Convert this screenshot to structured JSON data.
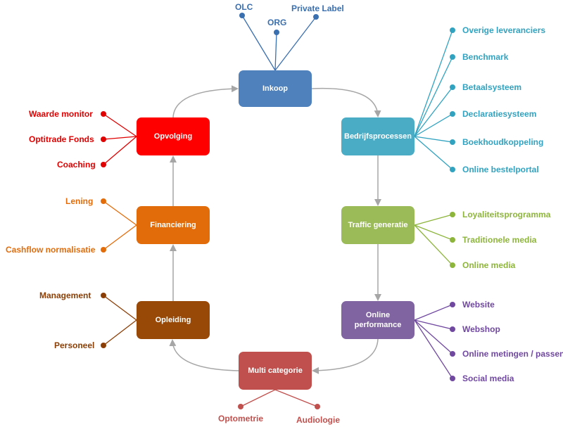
{
  "nodes": {
    "inkoop": {
      "label": "Inkoop",
      "color": "#4f81bd"
    },
    "bedrijfsprocessen": {
      "label": "Bedrijfsprocessen",
      "color": "#4bacc6"
    },
    "traffic": {
      "label": "Traffic generatie",
      "color": "#9bbb59"
    },
    "online_performance": {
      "label": "Online performance",
      "color": "#8064a2"
    },
    "multi_categorie": {
      "label": "Multi categorie",
      "color": "#c0504d"
    },
    "opleiding": {
      "label": "Opleiding",
      "color": "#984807"
    },
    "financiering": {
      "label": "Financiering",
      "color": "#e36c0a"
    },
    "opvolging": {
      "label": "Opvolging",
      "color": "#ff0000"
    }
  },
  "branches": {
    "inkoop": [
      "OLC",
      "ORG",
      "Private Label"
    ],
    "bedrijfsprocessen": [
      "Overige leveranciers",
      "Benchmark",
      "Betaalsysteem",
      "Declaratiesysteem",
      "Boekhoudkoppeling",
      "Online bestelportal"
    ],
    "traffic": [
      "Loyaliteitsprogramma",
      "Traditionele media",
      "Online media"
    ],
    "online_performance": [
      "Website",
      "Webshop",
      "Online metingen / passen",
      "Social media"
    ],
    "multi_categorie": [
      "Optometrie",
      "Audiologie"
    ],
    "opleiding": [
      "Management",
      "Personeel"
    ],
    "financiering": [
      "Lening",
      "Cashflow normalisatie"
    ],
    "opvolging": [
      "Waarde monitor",
      "Optitrade Fonds",
      "Coaching"
    ]
  },
  "branch_colors": {
    "inkoop": "#3a6fb0",
    "bedrijfsprocessen": "#31a3c0",
    "traffic": "#8db53c",
    "online_performance": "#7048a0",
    "multi_categorie": "#c0504d",
    "opleiding": "#8b3e06",
    "financiering": "#e36c0a",
    "opvolging": "#e00000"
  },
  "connector_color": "#a6a6a6"
}
